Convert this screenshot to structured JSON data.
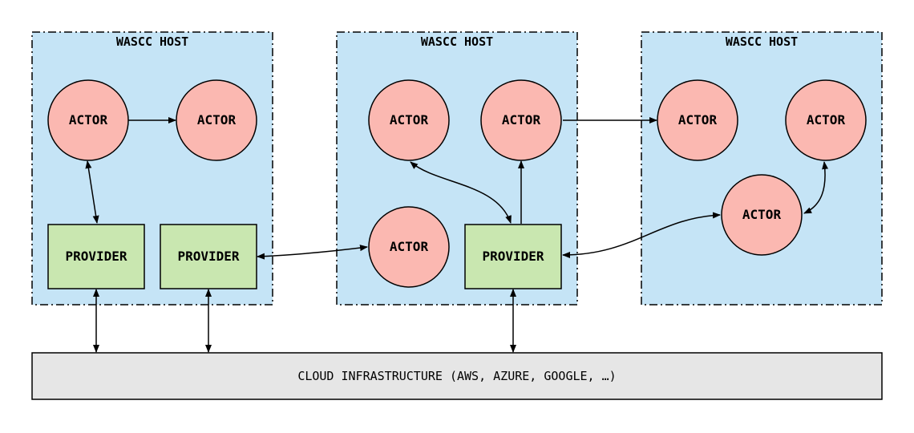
{
  "hosts": [
    {
      "title": "WASCC HOST"
    },
    {
      "title": "WASCC HOST"
    },
    {
      "title": "WASCC HOST"
    }
  ],
  "actors": [
    {
      "label": "ACTOR"
    },
    {
      "label": "ACTOR"
    },
    {
      "label": "ACTOR"
    },
    {
      "label": "ACTOR"
    },
    {
      "label": "ACTOR"
    },
    {
      "label": "ACTOR"
    },
    {
      "label": "ACTOR"
    },
    {
      "label": "ACTOR"
    }
  ],
  "providers": [
    {
      "label": "PROVIDER"
    },
    {
      "label": "PROVIDER"
    },
    {
      "label": "PROVIDER"
    }
  ],
  "cloud": {
    "label": "CLOUD INFRASTRUCTURE (AWS, AZURE, GOOGLE, …)"
  }
}
